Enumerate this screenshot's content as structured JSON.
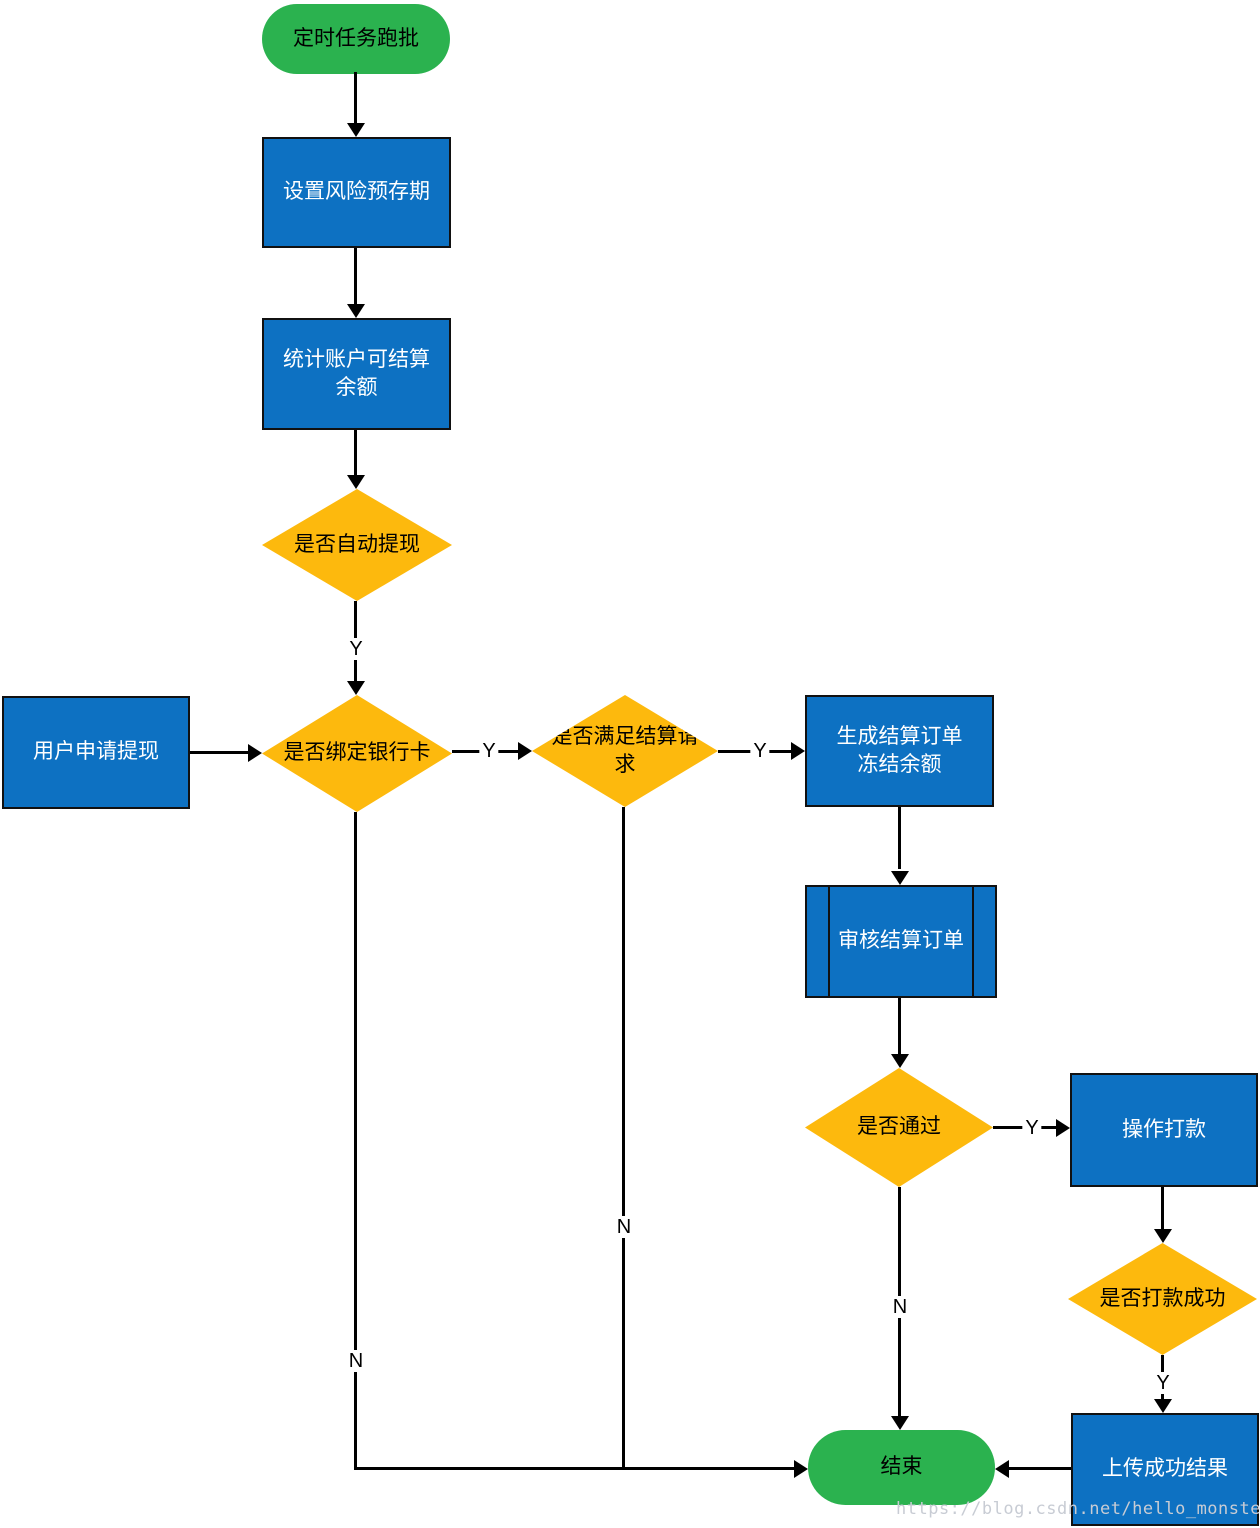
{
  "colors": {
    "green": "#2BB24F",
    "blue": "#0D71C2",
    "yellow": "#FDB90D",
    "line": "#000000",
    "nodeborder": "#111111",
    "wm": "#c8ccd4"
  },
  "nodes": {
    "start": {
      "label": "定时任务跑批",
      "shape": "terminator"
    },
    "set_risk_period": {
      "label": "设置风险预存期",
      "shape": "process"
    },
    "count_balance": {
      "label": "统计账户可结算余额",
      "shape": "process"
    },
    "auto_withdraw": {
      "label": "是否自动提现",
      "shape": "decision"
    },
    "user_apply": {
      "label": "用户申请提现",
      "shape": "process"
    },
    "bind_card": {
      "label": "是否绑定银行卡",
      "shape": "decision"
    },
    "meet_settlement": {
      "label": "是否满足结算请求",
      "shape": "decision"
    },
    "generate_order": {
      "label": "生成结算订单\n冻结余额",
      "shape": "process"
    },
    "audit_order": {
      "label": "审核结算订单",
      "shape": "predefined-process"
    },
    "approved": {
      "label": "是否通过",
      "shape": "decision"
    },
    "make_payment": {
      "label": "操作打款",
      "shape": "process"
    },
    "payment_success": {
      "label": "是否打款成功",
      "shape": "decision"
    },
    "upload_result": {
      "label": "上传成功结果",
      "shape": "process"
    },
    "end": {
      "label": "结束",
      "shape": "terminator"
    }
  },
  "edge_labels": {
    "auto_withdraw_yes": "Y",
    "bind_card_yes": "Y",
    "meet_settlement_yes": "Y",
    "approved_yes": "Y",
    "payment_success_yes": "Y",
    "meet_settlement_no": "N",
    "approved_no": "N",
    "bind_card_no": "N"
  },
  "watermark": {
    "text": "https://blog.csdn.net/hello_monster"
  }
}
